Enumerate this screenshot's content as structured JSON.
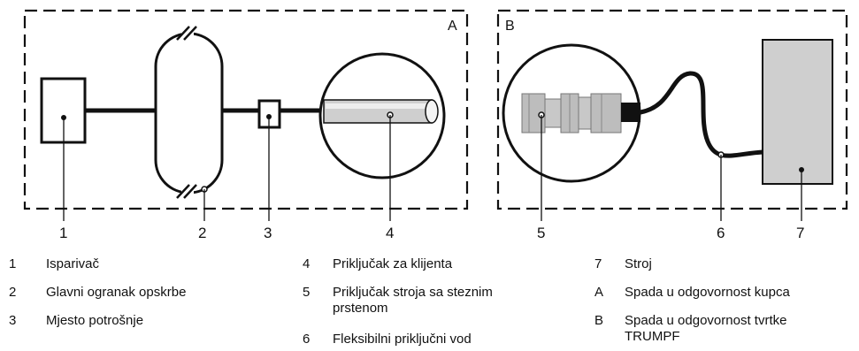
{
  "panels": {
    "a_label": "A",
    "b_label": "B"
  },
  "callouts": [
    "1",
    "2",
    "3",
    "4",
    "5",
    "6",
    "7"
  ],
  "legend": [
    {
      "num": "1",
      "text": "Isparivač"
    },
    {
      "num": "2",
      "text": "Glavni ogranak opskrbe"
    },
    {
      "num": "3",
      "text": "Mjesto potrošnje"
    },
    {
      "num": "4",
      "text": "Priključak za klijenta"
    },
    {
      "num": "5",
      "text": "Priključak stroja sa steznim",
      "text2": "prstenom"
    },
    {
      "num": "6",
      "text": "Fleksibilni priključni vod"
    },
    {
      "num": "7",
      "text": "Stroj"
    },
    {
      "num": "A",
      "text": "Spada u odgovornost kupca"
    },
    {
      "num": "B",
      "text": "Spada u odgovornost tvrtke",
      "text2": "TRUMPF"
    }
  ]
}
